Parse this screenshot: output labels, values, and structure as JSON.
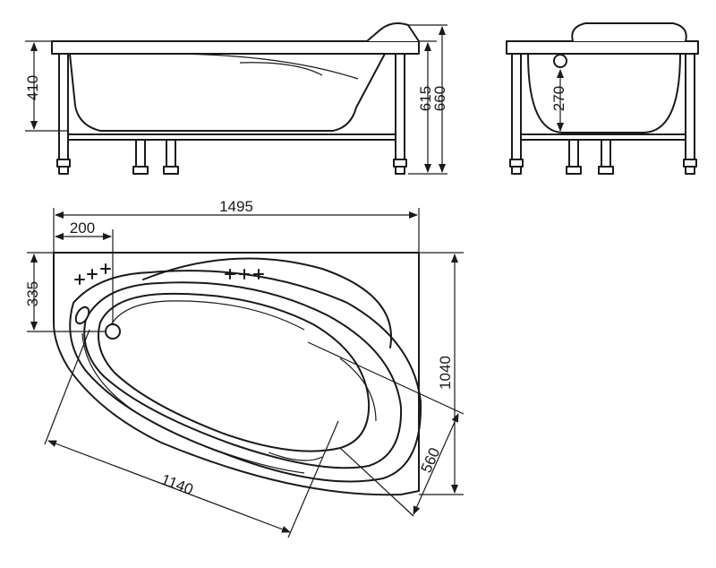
{
  "dimensions": {
    "side_height_rim": "410",
    "side_height_total_low": "615",
    "side_height_total_high": "660",
    "end_drain_height": "270",
    "top_length": "1495",
    "top_drain_offset": "200",
    "top_drain_depth": "335",
    "top_width": "1040",
    "inner_length": "1140",
    "inner_width": "560"
  }
}
